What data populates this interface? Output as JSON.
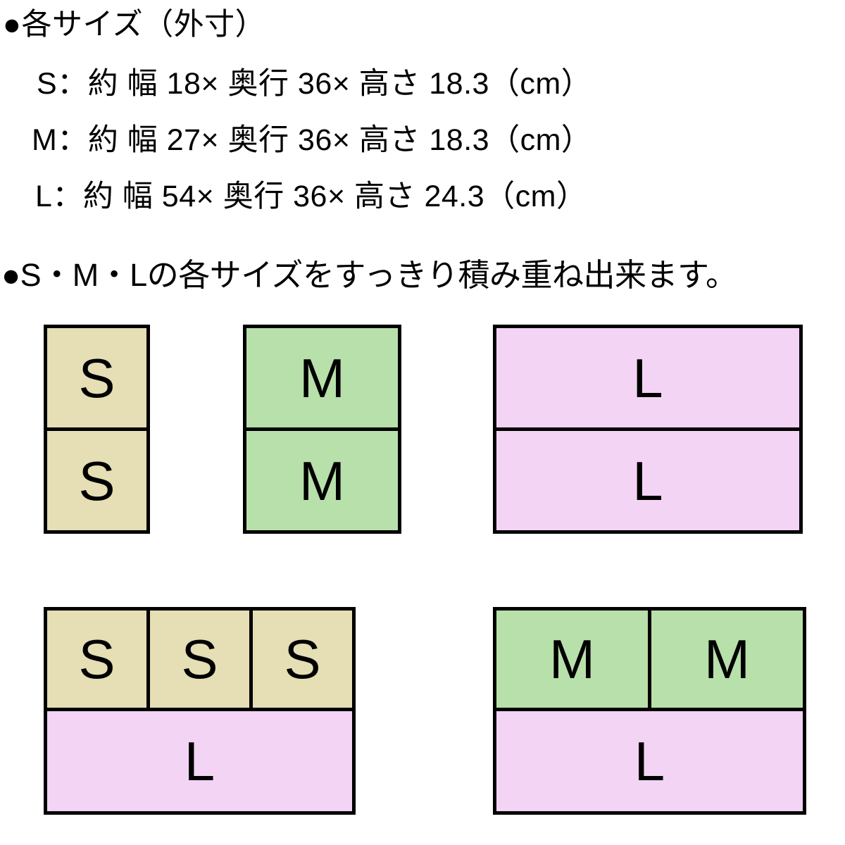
{
  "spec": {
    "heading": "●各サイズ（外寸）",
    "sizes": [
      {
        "label": "S",
        "text": "S：約 幅 18× 奥行 36× 高さ 18.3（cm）"
      },
      {
        "label": "M",
        "text": "M：約 幅 27× 奥行 36× 高さ 18.3（cm）"
      },
      {
        "label": "L",
        "text": "L：約 幅 54× 奥行 36× 高さ 24.3（cm）"
      }
    ],
    "stack_note": "●S・M・Lの各サイズをすっきり積み重ね出来ます。"
  },
  "colors": {
    "size_s": "#e6deb4",
    "size_m": "#b8e0aa",
    "size_l": "#f3d4f5",
    "border": "#000000",
    "background": "#ffffff"
  },
  "diagram": {
    "groups": [
      {
        "name": "s-over-s",
        "rows": [
          {
            "cells": [
              {
                "label": "S",
                "size": "S"
              }
            ]
          },
          {
            "cells": [
              {
                "label": "S",
                "size": "S"
              }
            ]
          }
        ]
      },
      {
        "name": "m-over-m",
        "rows": [
          {
            "cells": [
              {
                "label": "M",
                "size": "M"
              }
            ]
          },
          {
            "cells": [
              {
                "label": "M",
                "size": "M"
              }
            ]
          }
        ]
      },
      {
        "name": "l-over-l",
        "rows": [
          {
            "cells": [
              {
                "label": "L",
                "size": "L"
              }
            ]
          },
          {
            "cells": [
              {
                "label": "L",
                "size": "L"
              }
            ]
          }
        ]
      },
      {
        "name": "sss-over-l",
        "rows": [
          {
            "cells": [
              {
                "label": "S",
                "size": "S"
              },
              {
                "label": "S",
                "size": "S"
              },
              {
                "label": "S",
                "size": "S"
              }
            ]
          },
          {
            "cells": [
              {
                "label": "L",
                "size": "L"
              }
            ]
          }
        ]
      },
      {
        "name": "mm-over-l",
        "rows": [
          {
            "cells": [
              {
                "label": "M",
                "size": "M"
              },
              {
                "label": "M",
                "size": "M"
              }
            ]
          },
          {
            "cells": [
              {
                "label": "L",
                "size": "L"
              }
            ]
          }
        ]
      }
    ]
  }
}
